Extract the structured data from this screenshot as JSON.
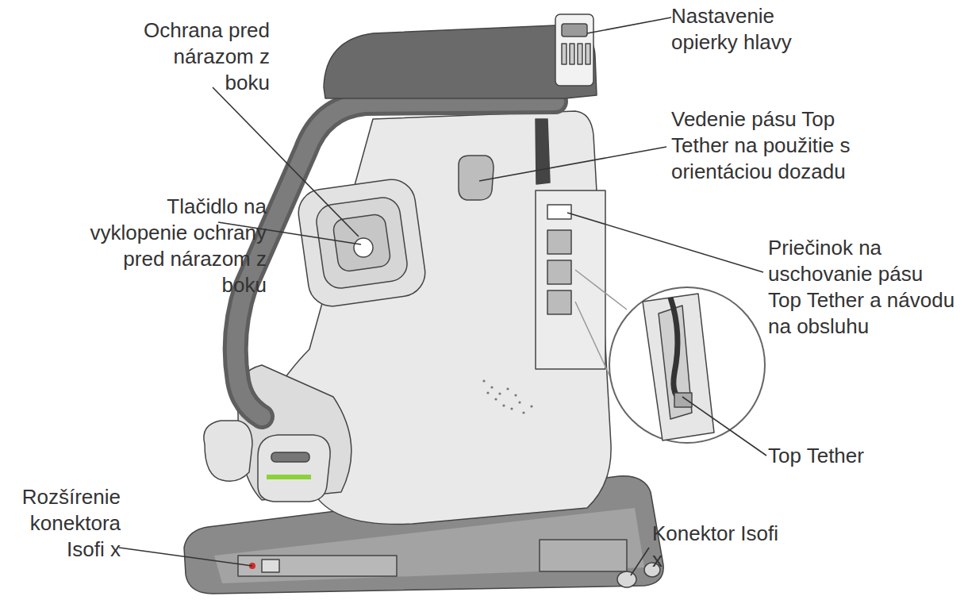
{
  "diagram": {
    "labels": [
      "Ochrana pred nárazom z boku",
      "Nastavenie opierky hlavy",
      "Vedenie pásu Top Tether na použitie s orientáciou dozadu",
      "Tlačidlo na vyklopenie ochrany pred nárazom z boku",
      "Priečinok na uschovanie pásu Top Tether a návodu na obsluhu",
      "Top Tether",
      "Rozšírenie konektora Isofi x",
      "Konektor Isofi x"
    ]
  }
}
